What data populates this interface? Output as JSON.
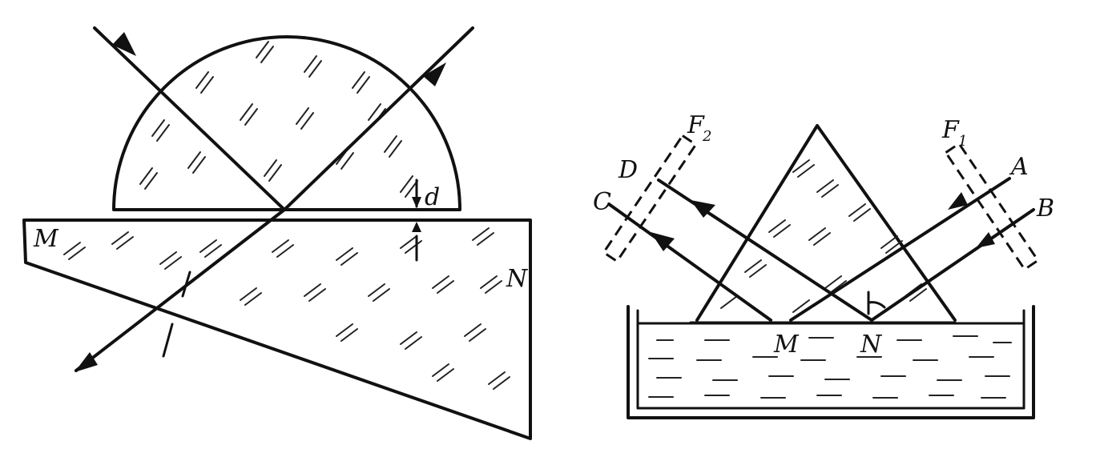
{
  "left_figure": {
    "labels": {
      "M": "M",
      "N": "N",
      "d": "d"
    }
  },
  "right_figure": {
    "labels": {
      "A": "A",
      "B": "B",
      "C": "C",
      "D": "D",
      "M": "M",
      "N": "N",
      "F1_letter": "F",
      "F1_sub": "1",
      "F2_letter": "F",
      "F2_sub": "2"
    }
  }
}
